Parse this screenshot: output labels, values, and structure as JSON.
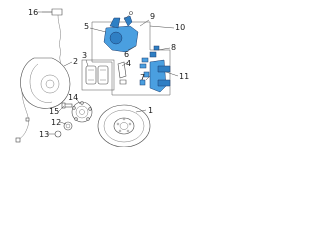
{
  "colors": {
    "highlight": "#4a9fe0",
    "highlight_dark": "#2f7fc4",
    "line": "#4a4a4a",
    "background": "#ffffff"
  },
  "callouts": [
    "16",
    "2",
    "5",
    "9",
    "10",
    "3",
    "6",
    "8",
    "4",
    "11",
    "7",
    "14",
    "15",
    "12",
    "13",
    "1"
  ]
}
